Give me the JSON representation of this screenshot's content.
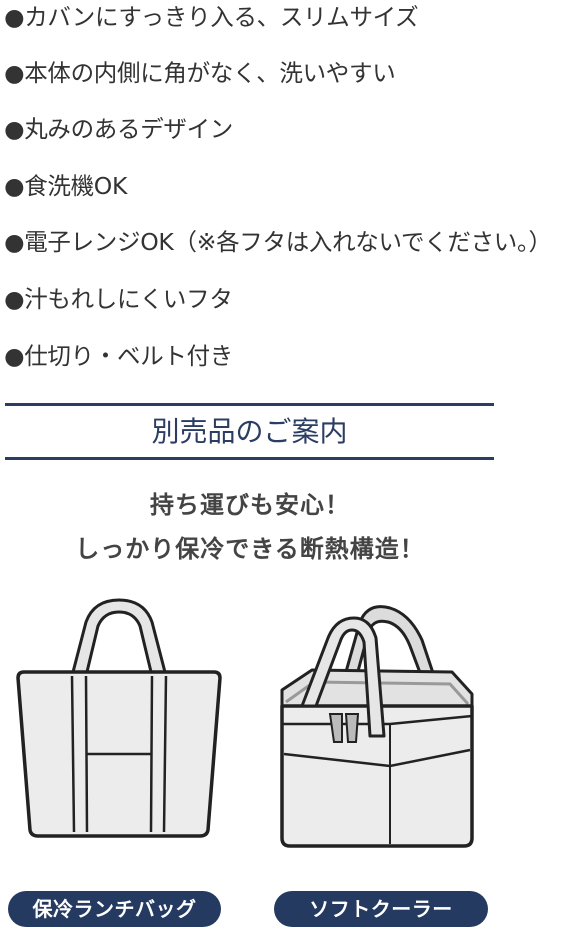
{
  "features": [
    "●カバンにすっきり入る、スリムサイズ",
    "●本体の内側に角がなく、洗いやすい",
    "●丸みのあるデザイン",
    "●食洗機OK",
    "●電子レンジOK（※各フタは入れないでください。）",
    "●汁もれしにくいフタ",
    "●仕切り・ベルト付き"
  ],
  "section": {
    "title": "別売品のご案内"
  },
  "tagline": {
    "line1": "持ち運びも安心！",
    "line2": "しっかり保冷できる断熱構造！"
  },
  "products": [
    {
      "label": "保冷ランチバッグ",
      "icon": "tote-bag-icon"
    },
    {
      "label": "ソフトクーラー",
      "icon": "soft-cooler-icon"
    }
  ],
  "colors": {
    "accent": "#2b3d63",
    "pill": "#253a61",
    "text": "#333333",
    "bag_fill": "#ececec",
    "bag_stroke": "#222222"
  }
}
